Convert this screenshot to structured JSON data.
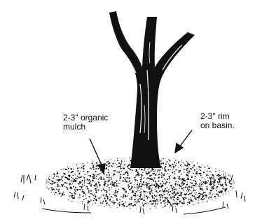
{
  "labels": {
    "mulch": {
      "line1": "2-3\" organic",
      "line2": "mulch"
    },
    "rim": {
      "line1": "2-3\" rim",
      "line2": "on basin."
    }
  },
  "colors": {
    "ink": "#111111",
    "background": "#ffffff"
  }
}
